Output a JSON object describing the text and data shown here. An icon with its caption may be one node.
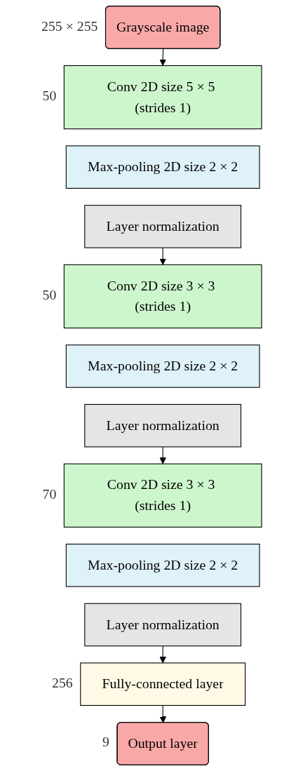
{
  "diagram": {
    "nodes": [
      {
        "text": [
          "Grayscale image"
        ],
        "beside": [
          "255 × 255"
        ]
      },
      {
        "text": [
          "Conv 2D size 5 × 5 (strides 1)"
        ],
        "beside": [
          "50"
        ]
      },
      {
        "text": [
          "Max-pooling 2D size 2 × 2"
        ]
      },
      {
        "text": [
          "Layer normalization"
        ]
      },
      {
        "text": [
          "Conv 2D size 3 × 3 (strides 1)"
        ],
        "beside": [
          "50"
        ]
      },
      {
        "text": [
          "Max-pooling 2D size 2 × 2"
        ]
      },
      {
        "text": [
          "Layer normalization"
        ]
      },
      {
        "text": [
          "Conv 2D size 3 × 3 (strides 1)"
        ],
        "beside": [
          "70"
        ]
      },
      {
        "text": [
          "Max-pooling 2D size 2 × 2"
        ]
      },
      {
        "text": [
          "Layer normalization"
        ]
      },
      {
        "text": [
          "Fully-connected layer"
        ],
        "beside": [
          "256"
        ]
      },
      {
        "text": [
          "Output layer"
        ],
        "beside": [
          "9"
        ]
      }
    ],
    "edges": [
      {
        "from": 0,
        "to": 1,
        "arrow": "to"
      },
      {
        "from": 3,
        "to": 4,
        "arrow": "to"
      },
      {
        "from": 6,
        "to": 7,
        "arrow": "to"
      },
      {
        "from": 9,
        "to": 10,
        "arrow": "to"
      },
      {
        "from": 10,
        "to": 11,
        "arrow": "to"
      }
    ]
  }
}
